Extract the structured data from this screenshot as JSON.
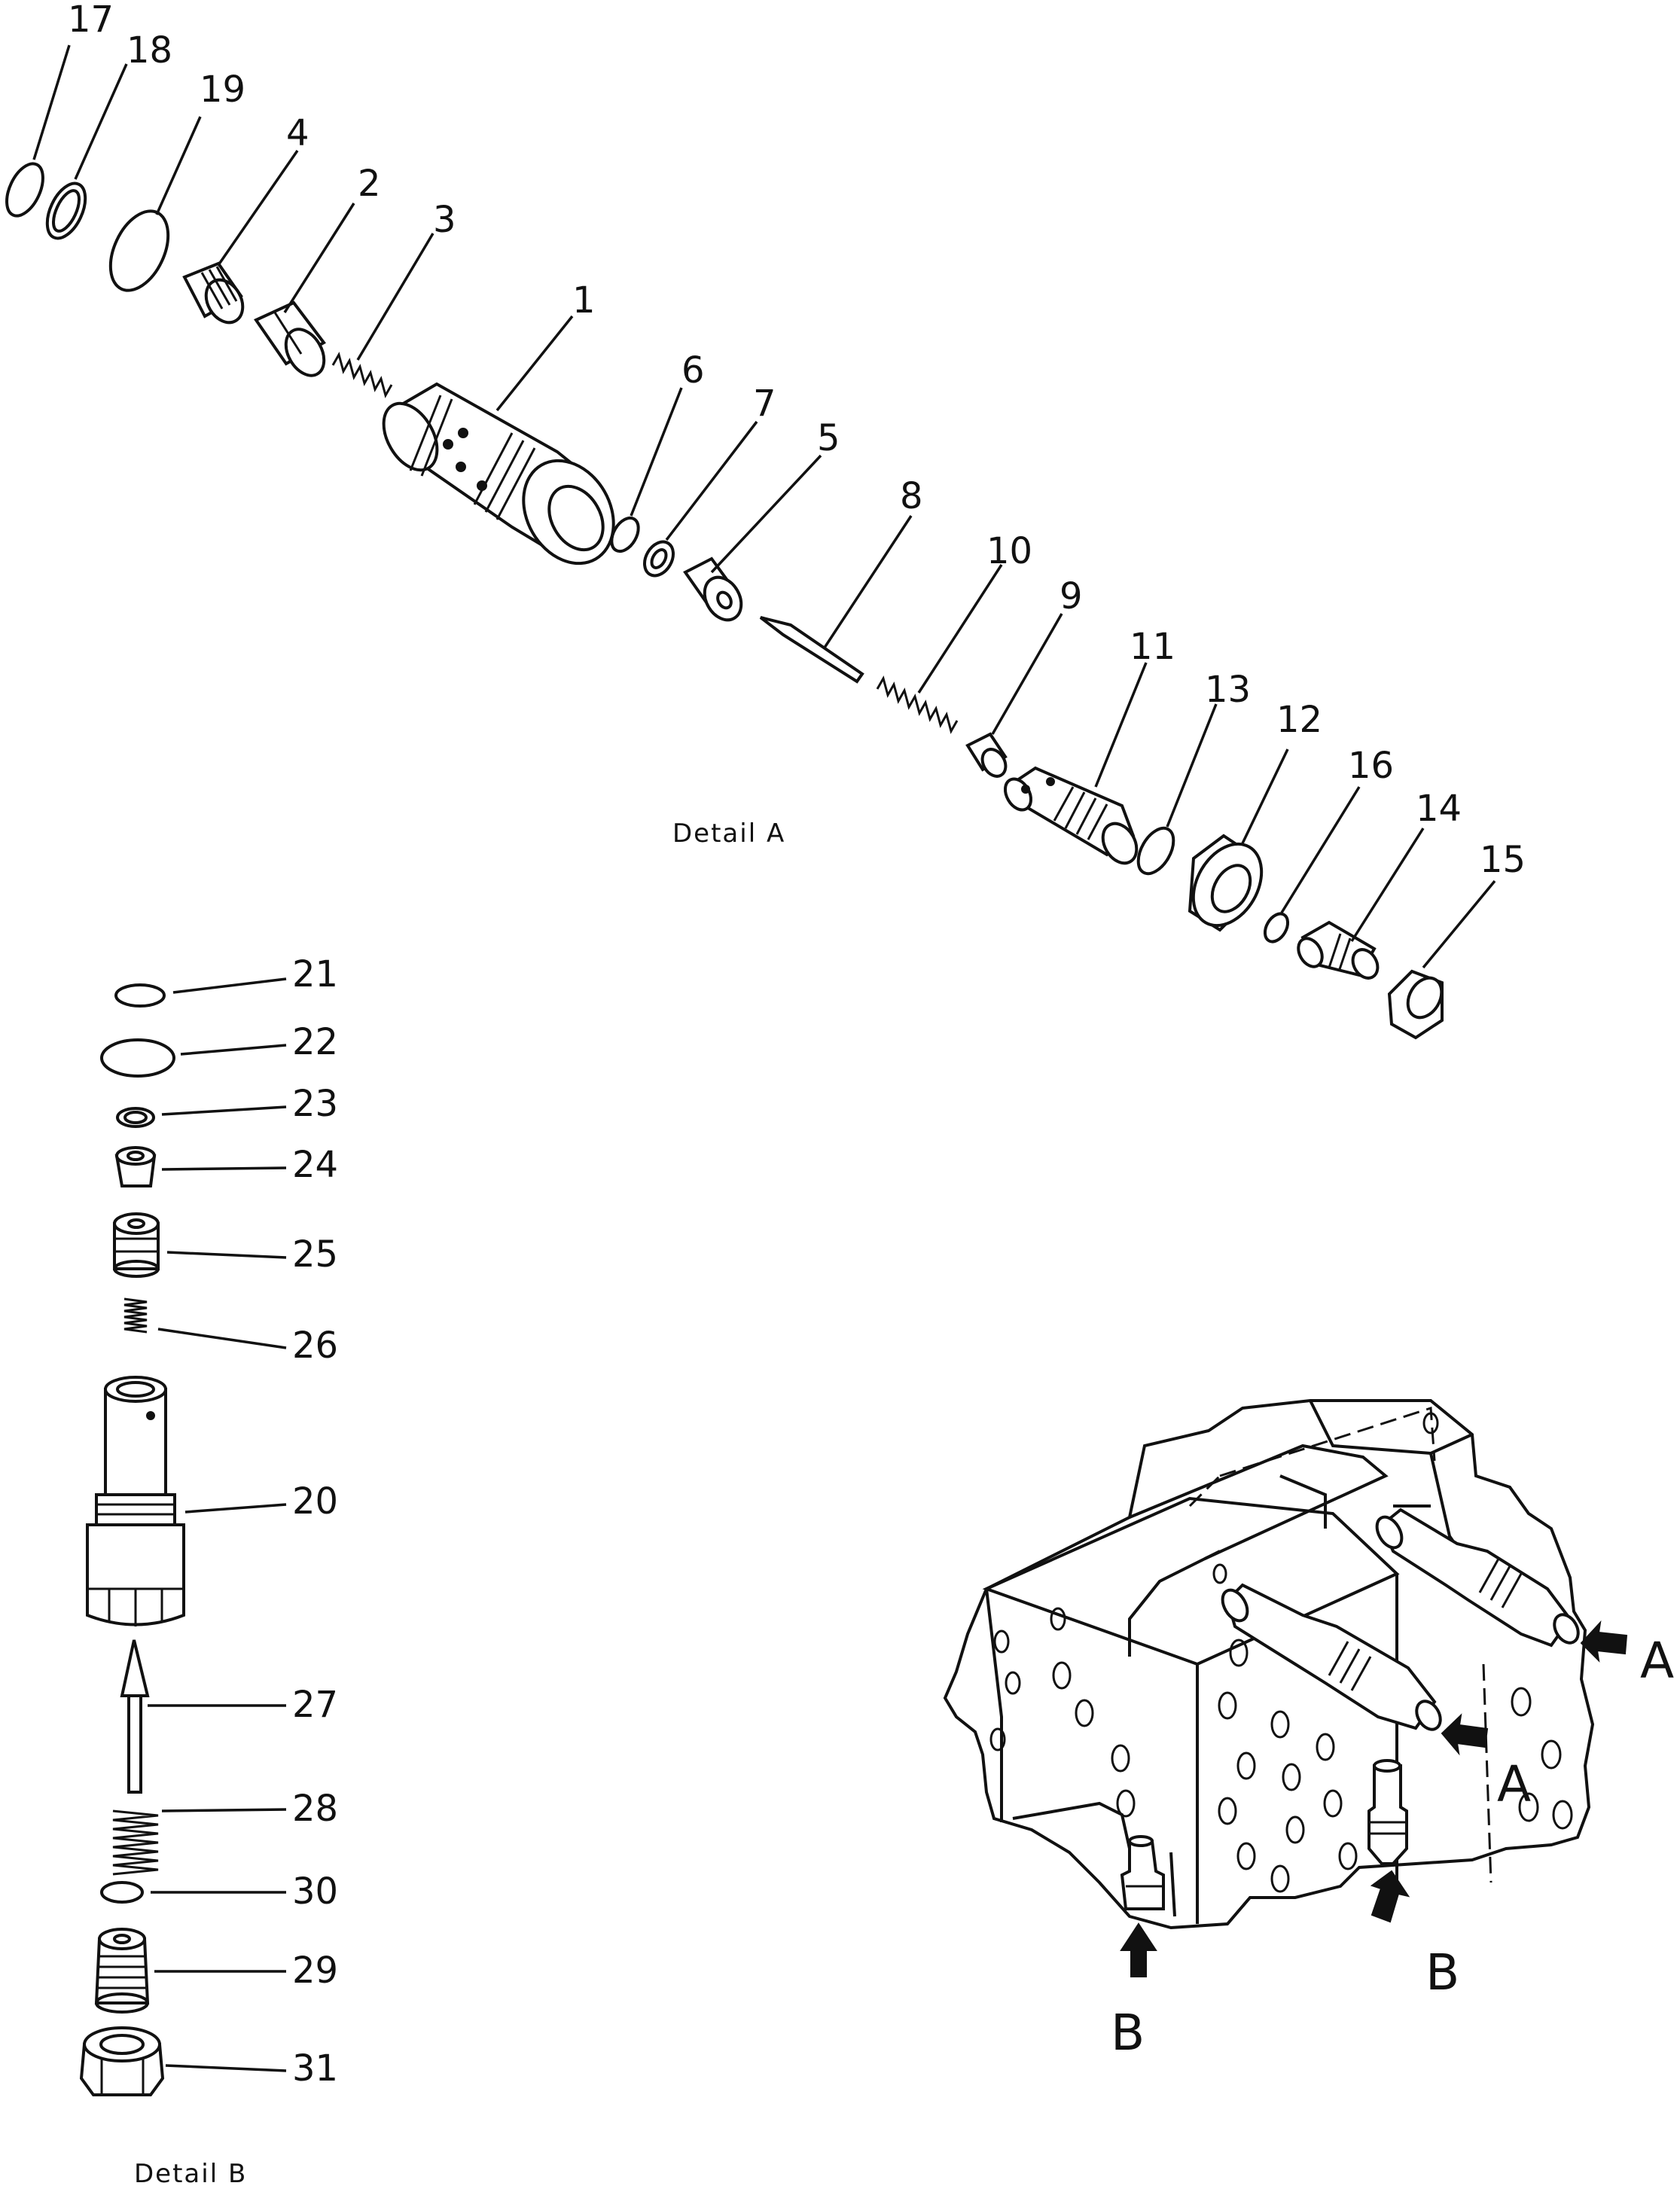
{
  "detail_a": {
    "caption": "Detail A",
    "labels": [
      "17",
      "18",
      "19",
      "4",
      "2",
      "3",
      "1",
      "6",
      "7",
      "5",
      "8",
      "10",
      "9",
      "11",
      "13",
      "12",
      "16",
      "14",
      "15"
    ]
  },
  "detail_b": {
    "caption": "Detail B",
    "labels": [
      "21",
      "22",
      "23",
      "24",
      "25",
      "26",
      "20",
      "27",
      "28",
      "30",
      "29",
      "31"
    ]
  },
  "assembly": {
    "arrow_labels": [
      "A",
      "A",
      "B",
      "B"
    ]
  }
}
